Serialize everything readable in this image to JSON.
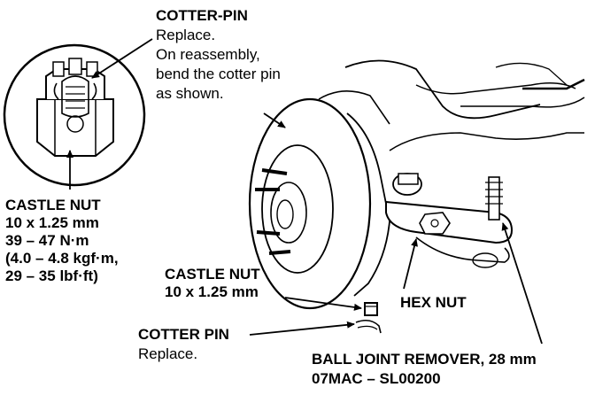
{
  "callouts": {
    "cotter_pin_top": {
      "title": "COTTER-PIN",
      "line1": "Replace.",
      "line2": "On reassembly,",
      "line3": "bend the cotter pin",
      "line4": "as shown."
    },
    "castle_nut_top": {
      "title": "CASTLE NUT",
      "spec": "10 x 1.25 mm",
      "torque": "39 – 47 N·m",
      "torque_kgf": "(4.0 – 4.8 kgf·m,",
      "torque_lbf": "29 – 35 lbf·ft)"
    },
    "castle_nut_mid": {
      "title": "CASTLE NUT",
      "spec": "10 x 1.25 mm"
    },
    "hex_nut": {
      "title": "HEX NUT"
    },
    "cotter_pin_bottom": {
      "title": "COTTER PIN",
      "note": "Replace."
    },
    "ball_joint_remover": {
      "title": "BALL JOINT REMOVER, 28 mm",
      "part_number": "07MAC – SL00200"
    }
  },
  "colors": {
    "ink": "#000000",
    "paper": "#ffffff"
  }
}
